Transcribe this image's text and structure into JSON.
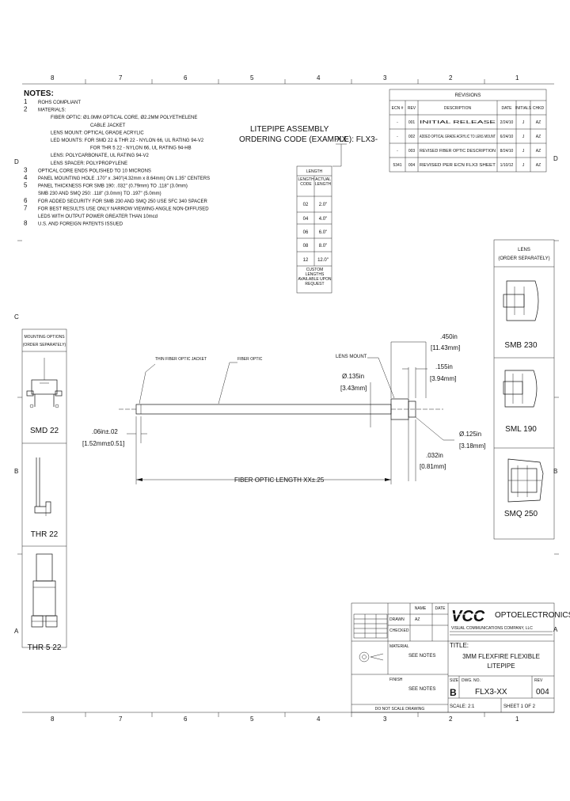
{
  "zones": [
    "8",
    "7",
    "6",
    "5",
    "4",
    "3",
    "2",
    "1"
  ],
  "rows": [
    "D",
    "C",
    "B",
    "A"
  ],
  "notes": {
    "title": "NOTES:",
    "items": [
      {
        "num": "1",
        "text": "ROHS COMPLIANT"
      },
      {
        "num": "2",
        "text": "MATERIALS:"
      },
      {
        "num": "",
        "text": "FIBER OPTIC: Ø1.0MM OPTICAL CORE, Ø2.2MM POLYETHELENE"
      },
      {
        "num": "",
        "text": "CABLE JACKET"
      },
      {
        "num": "",
        "text": "LENS MOUNT: OPTICAL GRADE ACRYLIC"
      },
      {
        "num": "",
        "text": "LED MOUNTS: FOR SMD 22 & THR 22 - NYLON 66, UL RATING 94-V2"
      },
      {
        "num": "",
        "text": "FOR THR 5 22 - NYLON 66, UL RATING 94-HB"
      },
      {
        "num": "",
        "text": "LENS: POLYCARBONATE, UL RATING 94-V2"
      },
      {
        "num": "",
        "text": "LENS SPACER: POLYPROPYLENE"
      },
      {
        "num": "3",
        "text": "OPTICAL CORE ENDS POLISHED TO 10 MICRONS"
      },
      {
        "num": "4",
        "text": "PANEL MOUNTING HOLE .170\" x .340\"(4.32mm x 8.64mm) ON 1.35\" CENTERS"
      },
      {
        "num": "5",
        "text": "PANEL THICKNESS FOR SMB 190: .032\" (0.79mm) TO .118\" (3.0mm)"
      },
      {
        "num": "",
        "text": "SMB 230 AND SMQ 250: .118\" (3.0mm) TO .197\" (5.0mm)"
      },
      {
        "num": "6",
        "text": "FOR ADDED SECURITY FOR SMB 230 AND SMQ 250 USE SFC 340 SPACER"
      },
      {
        "num": "7",
        "text": "FOR BEST RESULTS USE ONLY NARROW VIEWING ANGLE NON-DIFFUSED"
      },
      {
        "num": "",
        "text": "LEDS WITH OUTPUT POWER GREATER THAN 10mcd"
      },
      {
        "num": "8",
        "text": "U.S. AND FOREIGN PATENTS ISSUED"
      }
    ]
  },
  "ordering": {
    "line1": "LITEPIPE ASSEMBLY",
    "line2": "ORDERING CODE (EXAMPLE): FLX3-",
    "suffix": "XX"
  },
  "length_table": {
    "title": "LENGTH",
    "headers": [
      "LENGTH CODE",
      "ACTUAL LENGTH"
    ],
    "rows": [
      [
        "02",
        "2.0\""
      ],
      [
        "04",
        "4.0\""
      ],
      [
        "06",
        "6.0\""
      ],
      [
        "08",
        "8.0\""
      ],
      [
        "12",
        "12.0\""
      ]
    ],
    "custom": "CUSTOM LENGTHS AVAILABLE UPON REQUEST"
  },
  "revisions": {
    "title": "REVISIONS",
    "headers": [
      "ECN #",
      "REV",
      "DESCRIPTION",
      "DATE",
      "INITIALS",
      "CHKD"
    ],
    "rows": [
      [
        "-",
        "001",
        "INITIAL RELEASE",
        "2/24/10",
        "J",
        "AZ"
      ],
      [
        "-",
        "002",
        "ADDED OPTICAL GRADE ACRYLIC TO LENS MOUNT",
        "6/24/10",
        "J",
        "AZ"
      ],
      [
        "-",
        "003",
        "REVISED FIBER OPTIC DESCRIPTION",
        "8/24/10",
        "J",
        "AZ"
      ],
      [
        "5341",
        "004",
        "REVISED PER ECN FLX3 SHEET",
        "1/10/12",
        "J",
        "AZ"
      ]
    ]
  },
  "lens_panel": {
    "title1": "LENS",
    "title2": "(ORDER SEPARATELY)",
    "items": [
      "SMB 230",
      "SML 190",
      "SMQ 250"
    ]
  },
  "mount_panel": {
    "title1": "MOUNTING OPTIONS",
    "title2": "(ORDER SEPARATELY)",
    "items": [
      "SMD 22",
      "THR 22",
      "THR 5 22"
    ]
  },
  "drawing": {
    "jacket_label": "THIN FIBER OPTIC JACKET",
    "fiber_label": "FIBER OPTIC",
    "lens_mount_label": "LENS MOUNT",
    "dim_450": ".450in",
    "dim_450_mm": "[11.43mm]",
    "dim_155": ".155in",
    "dim_155_mm": "[3.94mm]",
    "dim_135": "Ø.135in",
    "dim_135_mm": "[3.43mm]",
    "dim_125": "Ø.125in",
    "dim_125_mm": "[3.18mm]",
    "dim_032": ".032in",
    "dim_032_mm": "[0.81mm]",
    "dim_06": ".06in±.02",
    "dim_06_mm": "[1.52mm±0.51]",
    "length_label": "FIBER OPTIC LENGTH XX±.25"
  },
  "title_block": {
    "company": "OPTOELECTRONICS",
    "address": "VISUAL COMMUNICATIONS COMPANY, LLC",
    "title_label": "TITLE:",
    "title_line1": "3MM FLEXFIRE FLEXIBLE",
    "title_line2": "LITEPIPE",
    "size_label": "SIZE",
    "size": "B",
    "dwg_label": "DWG. NO.",
    "dwg": "FLX3-XX",
    "rev_label": "REV",
    "rev": "004",
    "scale": "SCALE: 2:1",
    "sheet": "SHEET 1 OF 2",
    "material_label": "MATERIAL",
    "material": "SEE NOTES",
    "finish_label": "FINISH",
    "finish": "SEE NOTES",
    "drawn_label": "DRAWN",
    "drawn": "AZ",
    "checked_label": "CHECKED",
    "name_label": "NAME",
    "date_label": "DATE",
    "do_not_scale": "DO NOT SCALE DRAWING"
  }
}
